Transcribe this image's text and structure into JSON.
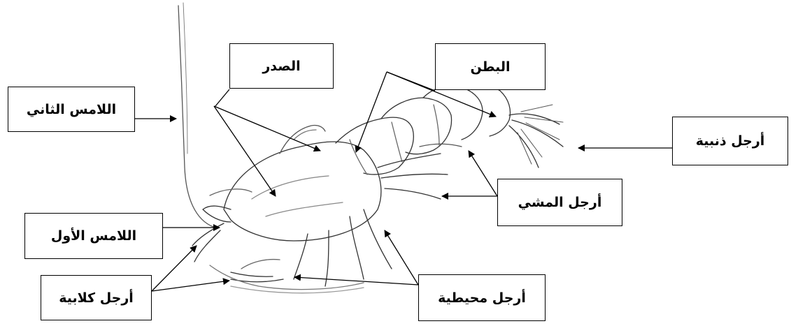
{
  "labels": {
    "second_antenna": "اللامس الثاني",
    "thorax": "الصدر",
    "abdomen": "البطن",
    "tail_legs": "أرجل ذنبية",
    "walking_legs": "أرجل المشي",
    "first_antenna": "اللامس الأول",
    "claw_legs": "أرجل كلابية",
    "mouth_legs": "أرجل محيطية"
  }
}
